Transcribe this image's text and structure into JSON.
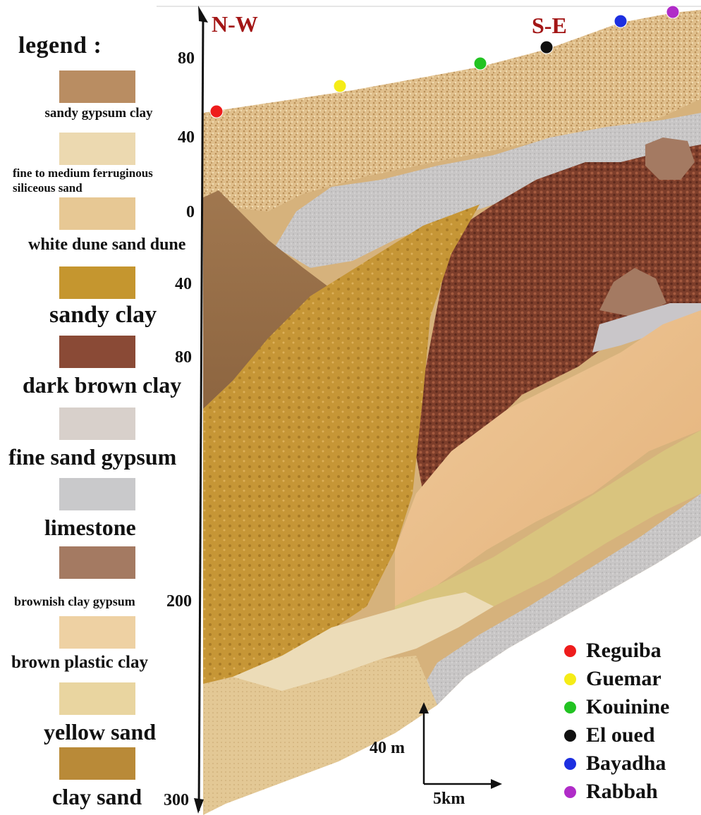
{
  "legend": {
    "title": "legend :",
    "items": [
      {
        "label": "sandy gypsum clay",
        "color": "#b98d62"
      },
      {
        "label": "fine to medium ferruginous",
        "label2": "siliceous sand",
        "color": "#ecd9b0"
      },
      {
        "label": "white dune sand dune",
        "color": "#e7c894"
      },
      {
        "label": "sandy clay",
        "color": "#c5962f"
      },
      {
        "label": "dark brown clay",
        "color": "#8a4a36"
      },
      {
        "label": "fine sand gypsum",
        "color": "#d8d0cb"
      },
      {
        "label": "limestone",
        "color": "#c9c9cb"
      },
      {
        "label": "brownish clay gypsum",
        "color": "#a47a62"
      },
      {
        "label": "brown plastic clay",
        "color": "#eed1a3"
      },
      {
        "label": "yellow sand",
        "color": "#e9d5a0"
      },
      {
        "label": "clay sand",
        "color": "#b98a38"
      }
    ]
  },
  "directions": {
    "left": "N-W",
    "right": "S-E"
  },
  "depth_axis": {
    "ticks": [
      "80",
      "40",
      "0",
      "40",
      "80",
      "200",
      "300"
    ]
  },
  "scale_bar": {
    "vertical": "40 m",
    "horizontal": "5km"
  },
  "locations": [
    {
      "name": "Reguiba",
      "color": "#ee1c1c"
    },
    {
      "name": "Guemar",
      "color": "#f5ec17"
    },
    {
      "name": "Kouinine",
      "color": "#22c322"
    },
    {
      "name": "El oued",
      "color": "#111111"
    },
    {
      "name": "Bayadha",
      "color": "#1d2fe0"
    },
    {
      "name": "Rabbah",
      "color": "#b02cc8"
    }
  ]
}
